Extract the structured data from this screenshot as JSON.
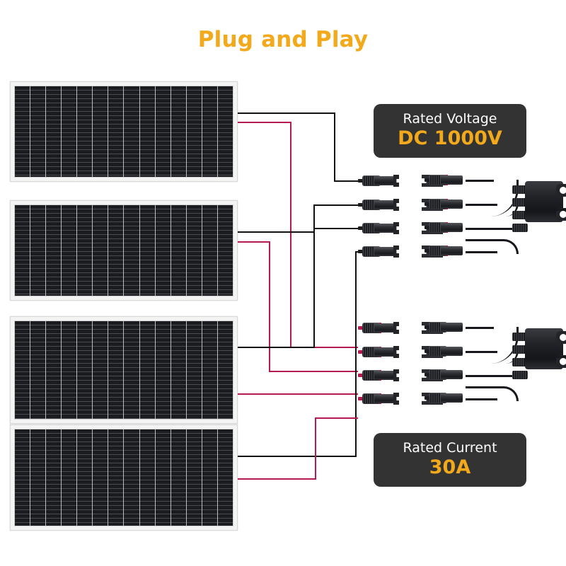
{
  "title": "Plug and Play",
  "colors": {
    "accent": "#f2a91c",
    "card_bg": "#333333",
    "wire_black": "#111111",
    "wire_red": "#b51a52",
    "panel_frame": "#f4f4f4",
    "panel_cell": "#15161a",
    "background": "#ffffff"
  },
  "specs": [
    {
      "label": "Rated Voltage",
      "value": "DC 1000V"
    },
    {
      "label": "Rated Current",
      "value": "30A"
    }
  ],
  "panels": [
    {
      "name": "solar-panel-1",
      "columns": 14
    },
    {
      "name": "solar-panel-2",
      "columns": 14
    },
    {
      "name": "solar-panel-3",
      "columns": 14
    },
    {
      "name": "solar-panel-4",
      "columns": 14
    }
  ],
  "connector_groups": [
    {
      "name": "negative-mc4-group",
      "polarity": "negative",
      "count": 4,
      "wire_color": "#111111"
    },
    {
      "name": "positive-mc4-group",
      "polarity": "positive",
      "count": 4,
      "wire_color": "#b51a52"
    }
  ],
  "branch_connectors": [
    {
      "name": "branch-connector-upper",
      "inputs": 4,
      "outputs": 1,
      "polarity": "positive"
    },
    {
      "name": "branch-connector-lower",
      "inputs": 4,
      "outputs": 1,
      "polarity": "negative"
    }
  ]
}
